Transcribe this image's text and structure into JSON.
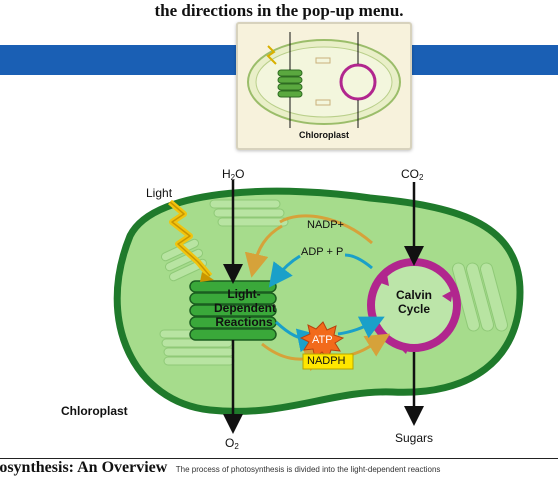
{
  "header": {
    "instruction": "the directions in the pop-up menu."
  },
  "popup_thumbnail": {
    "label": "Chloroplast"
  },
  "diagram": {
    "light_label": "Light",
    "h2o_label": "H",
    "h2o_sub": "2",
    "h2o_end": "O",
    "co2_label": "CO",
    "co2_sub": "2",
    "o2_label": "O",
    "o2_sub": "2",
    "sugars_label": "Sugars",
    "chloroplast_label": "Chloroplast",
    "ldr_line1": "Light-",
    "ldr_line2": "Dependent",
    "ldr_line3": "Reactions",
    "calvin_line1": "Calvin",
    "calvin_line2": "Cycle",
    "nadp_label": "NADP+",
    "adp_label": "ADP + P",
    "atp_label": "ATP",
    "nadph_label": "NADPH"
  },
  "footer": {
    "title": "tosynthesis: An Overview",
    "description": "The process of photosynthesis is divided into the light-dependent reactions"
  },
  "colors": {
    "band": "#1a5fb4",
    "cell_fill": "#a6dc8c",
    "cell_border": "#1f7a2b",
    "thylakoid": "#3aa83a",
    "calvin": "#b1268e",
    "arrow_gold": "#d6a23a",
    "arrow_cyan": "#1aa0c9",
    "atp_fill": "#f26a1b",
    "nadph_fill": "#ffe600"
  }
}
